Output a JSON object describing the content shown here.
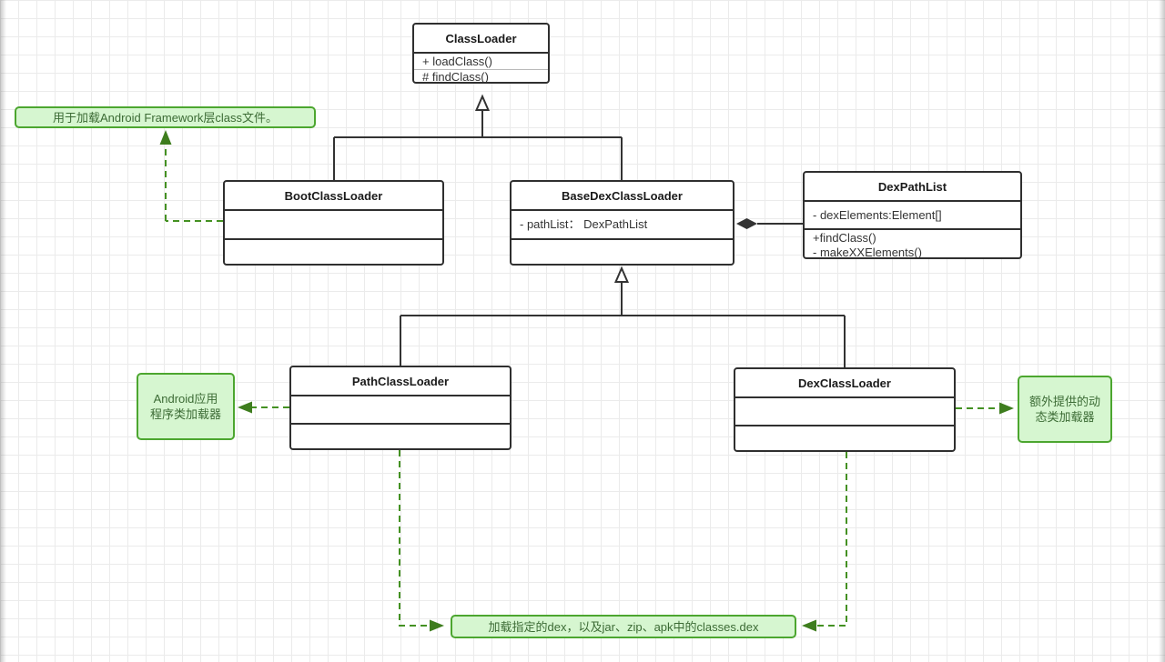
{
  "diagram": {
    "classes": {
      "class_loader": {
        "name": "ClassLoader",
        "methods": [
          "+ loadClass()",
          "# findClass()"
        ]
      },
      "boot_class_loader": {
        "name": "BootClassLoader"
      },
      "base_dex_class_loader": {
        "name": "BaseDexClassLoader",
        "attributes": [
          "- pathList： DexPathList"
        ]
      },
      "dex_path_list": {
        "name": "DexPathList",
        "attributes": [
          "- dexElements:Element[]"
        ],
        "methods": [
          "+findClass()",
          "- makeXXElements()"
        ]
      },
      "path_class_loader": {
        "name": "PathClassLoader"
      },
      "dex_class_loader": {
        "name": "DexClassLoader"
      }
    },
    "notes": {
      "framework_note": {
        "text": "用于加载Android Framework层class文件。"
      },
      "app_loader_note": {
        "lines": [
          "Android应用",
          "程序类加载器"
        ]
      },
      "dynamic_loader_note": {
        "lines": [
          "额外提供的动",
          "态类加载器"
        ]
      },
      "load_dex_note": {
        "text": "加载指定的dex，以及jar、zip、apk中的classes.dex"
      }
    },
    "relationships": [
      "BootClassLoader --|> ClassLoader",
      "BaseDexClassLoader --|> ClassLoader",
      "BaseDexClassLoader *-- DexPathList",
      "PathClassLoader --|> BaseDexClassLoader",
      "DexClassLoader --|> BaseDexClassLoader"
    ]
  },
  "colors": {
    "canvas_bg": "#ffffff",
    "grid_line": "#ebebeb",
    "class_border": "#2f2f2f",
    "class_title_text": "#1a1a1a",
    "class_member_text": "#333333",
    "connector_black": "#333333",
    "connector_green": "#449122",
    "note_fill": "#d6f6d0",
    "note_border": "#4ca62f",
    "note_text": "#3c6b35"
  }
}
